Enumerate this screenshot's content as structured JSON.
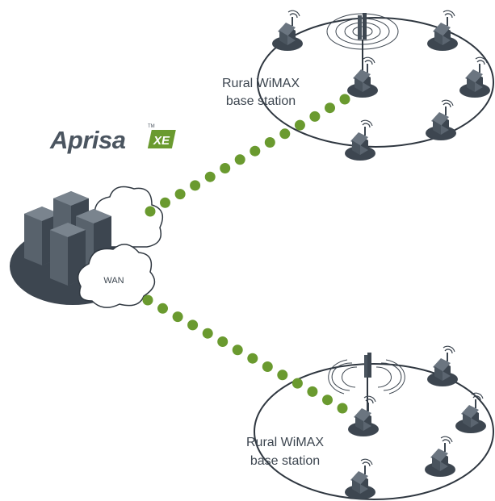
{
  "logo": {
    "brand": "Aprisa",
    "suffix": "XE",
    "trademark": "TM"
  },
  "wan_label": "WAN",
  "sites": [
    {
      "label_line1": "Rural WiMAX",
      "label_line2": "base station"
    },
    {
      "label_line1": "Rural WiMAX",
      "label_line2": "base station"
    }
  ],
  "colors": {
    "link_dots": "#6a9a2f",
    "cloud_fill": "#ffffff",
    "building_dark": "#3d4650",
    "building_mid": "#58626c",
    "ring_stroke": "#2f3740",
    "logo_accent": "#6a9a2f"
  },
  "icons": [
    "house-antenna-icon",
    "radio-tower-icon",
    "data-center-icon",
    "cloud-icon"
  ]
}
